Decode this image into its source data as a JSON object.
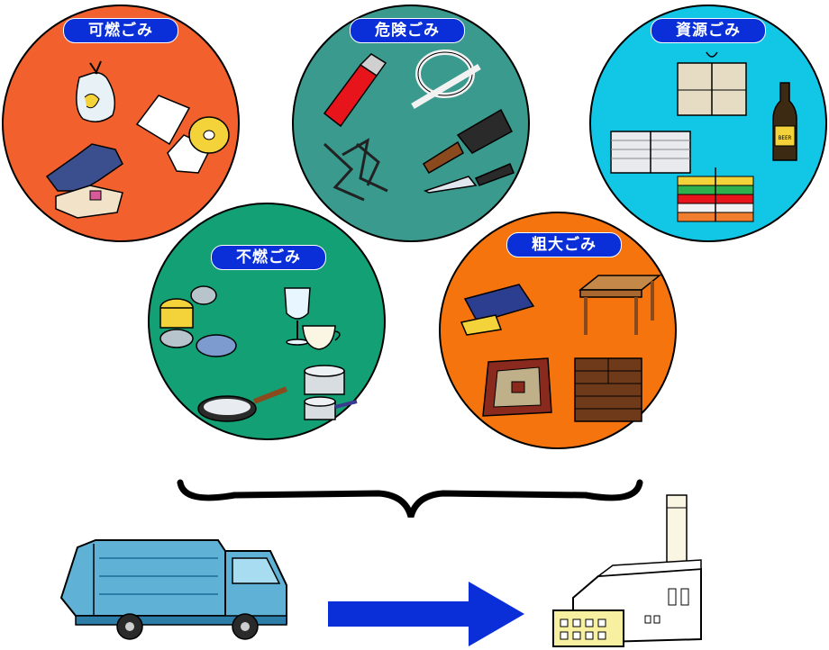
{
  "categories": {
    "burnable": {
      "label": "可燃ごみ",
      "color": "#f2602e"
    },
    "hazardous": {
      "label": "危険ごみ",
      "color": "#3a9a8e"
    },
    "recyclable": {
      "label": "資源ごみ",
      "color": "#12c7e6"
    },
    "nonburnable": {
      "label": "不燃ごみ",
      "color": "#12a074"
    },
    "bulky": {
      "label": "粗大ごみ",
      "color": "#f5740e"
    }
  },
  "labels": {
    "beer_bottle": "BEER"
  },
  "colors": {
    "arrow": "#0a2fd8",
    "truck": "#5fb2d6",
    "outline": "#000000"
  }
}
